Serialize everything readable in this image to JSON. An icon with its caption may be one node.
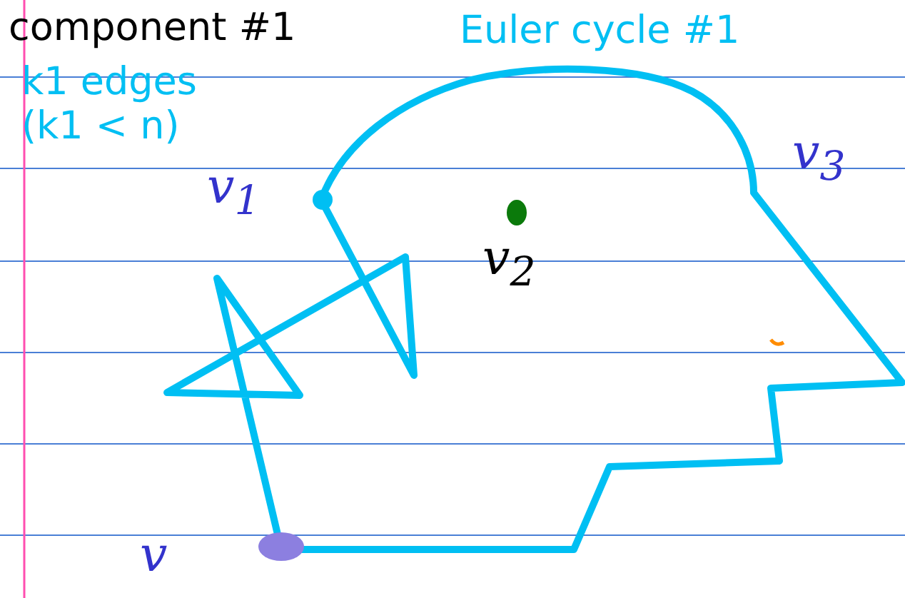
{
  "diagram": {
    "labels": [
      "component #1",
      "k1 edges (k1 < n)",
      "Euler cycle #1",
      "v$_{1}$",
      "v$_{2}$",
      "v$_{3}$",
      "v"
    ]
  }
}
